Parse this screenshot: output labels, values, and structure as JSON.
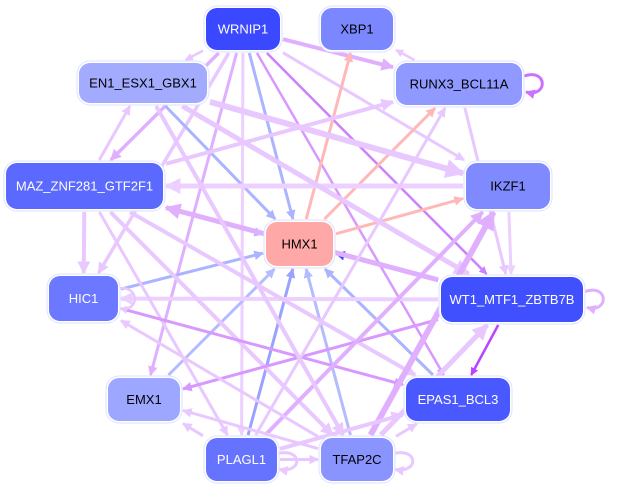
{
  "nodes": [
    {
      "id": "WRNIP1",
      "label": "WRNIP1",
      "fill": "#3a48ff",
      "text": "#ffffff"
    },
    {
      "id": "XBP1",
      "label": "XBP1",
      "fill": "#7b87ff",
      "text": "#000000"
    },
    {
      "id": "EN1_ESX1_GBX1",
      "label": "EN1_ESX1_GBX1",
      "fill": "#a3abff",
      "text": "#000000"
    },
    {
      "id": "RUNX3_BCL11A",
      "label": "RUNX3_BCL11A",
      "fill": "#8f99ff",
      "text": "#000000"
    },
    {
      "id": "MAZ_ZNF281_GTF2F1",
      "label": "MAZ_ZNF281_GTF2F1",
      "fill": "#5b69ff",
      "text": "#ffffff"
    },
    {
      "id": "IKZF1",
      "label": "IKZF1",
      "fill": "#7f8aff",
      "text": "#000000"
    },
    {
      "id": "HMX1",
      "label": "HMX1",
      "fill": "#ffa8a8",
      "text": "#000000"
    },
    {
      "id": "HIC1",
      "label": "HIC1",
      "fill": "#6b78ff",
      "text": "#ffffff"
    },
    {
      "id": "WT1_MTF1_ZBTB7B",
      "label": "WT1_MTF1_ZBTB7B",
      "fill": "#4050ff",
      "text": "#ffffff"
    },
    {
      "id": "EMX1",
      "label": "EMX1",
      "fill": "#9ea7ff",
      "text": "#000000"
    },
    {
      "id": "EPAS1_BCL3",
      "label": "EPAS1_BCL3",
      "fill": "#4a59ff",
      "text": "#ffffff"
    },
    {
      "id": "PLAGL1",
      "label": "PLAGL1",
      "fill": "#6673ff",
      "text": "#ffffff"
    },
    {
      "id": "TFAP2C",
      "label": "TFAP2C",
      "fill": "#8a94ff",
      "text": "#000000"
    }
  ],
  "edges": [
    {
      "from": "WRNIP1",
      "to": "EN1_ESX1_GBX1",
      "color": "#e8c8ff",
      "width": 2.5
    },
    {
      "from": "WRNIP1",
      "to": "RUNX3_BCL11A",
      "color": "#e0b0ff",
      "width": 4
    },
    {
      "from": "WRNIP1",
      "to": "IKZF1",
      "color": "#e8c8ff",
      "width": 3
    },
    {
      "from": "WRNIP1",
      "to": "MAZ_ZNF281_GTF2F1",
      "color": "#e0b0ff",
      "width": 3.5
    },
    {
      "from": "WRNIP1",
      "to": "EMX1",
      "color": "#e0b0ff",
      "width": 3
    },
    {
      "from": "WRNIP1",
      "to": "HIC1",
      "color": "#e8c8ff",
      "width": 3.5
    },
    {
      "from": "WRNIP1",
      "to": "PLAGL1",
      "color": "#ecd0ff",
      "width": 3
    },
    {
      "from": "WRNIP1",
      "to": "WT1_MTF1_ZBTB7B",
      "color": "#cc80ff",
      "width": 2.5
    },
    {
      "from": "WRNIP1",
      "to": "EPAS1_BCL3",
      "color": "#d898ff",
      "width": 2.5
    },
    {
      "from": "WRNIP1",
      "to": "HMX1",
      "color": "#aab4ff",
      "width": 3
    },
    {
      "from": "EN1_ESX1_GBX1",
      "to": "HMX1",
      "color": "#aab4ff",
      "width": 3
    },
    {
      "from": "MAZ_ZNF281_GTF2F1",
      "to": "HMX1",
      "color": "#b4bcff",
      "width": 3
    },
    {
      "from": "HIC1",
      "to": "HMX1",
      "color": "#aab4ff",
      "width": 3
    },
    {
      "from": "EMX1",
      "to": "HMX1",
      "color": "#b4bcff",
      "width": 3
    },
    {
      "from": "PLAGL1",
      "to": "HMX1",
      "color": "#99a3ff",
      "width": 3
    },
    {
      "from": "TFAP2C",
      "to": "HMX1",
      "color": "#b4bcff",
      "width": 3
    },
    {
      "from": "EPAS1_BCL3",
      "to": "HMX1",
      "color": "#aab4ff",
      "width": 3
    },
    {
      "from": "WT1_MTF1_ZBTB7B",
      "to": "HMX1",
      "color": "#3344ff",
      "width": 3
    },
    {
      "from": "HMX1",
      "to": "XBP1",
      "color": "#ffb8b8",
      "width": 3
    },
    {
      "from": "HMX1",
      "to": "RUNX3_BCL11A",
      "color": "#ffb8b8",
      "width": 3
    },
    {
      "from": "HMX1",
      "to": "IKZF1",
      "color": "#ffb8b8",
      "width": 3
    },
    {
      "from": "RUNX3_BCL11A",
      "to": "XBP1",
      "color": "#e8c8ff",
      "width": 2.5
    },
    {
      "from": "MAZ_ZNF281_GTF2F1",
      "to": "EN1_ESX1_GBX1",
      "color": "#e8c8ff",
      "width": 3
    },
    {
      "from": "MAZ_ZNF281_GTF2F1",
      "to": "RUNX3_BCL11A",
      "color": "#e8c8ff",
      "width": 4
    },
    {
      "from": "IKZF1",
      "to": "MAZ_ZNF281_GTF2F1",
      "color": "#ecd0ff",
      "width": 5
    },
    {
      "from": "MAZ_ZNF281_GTF2F1",
      "to": "HIC1",
      "color": "#e8c8ff",
      "width": 4
    },
    {
      "from": "EN1_ESX1_GBX1",
      "to": "IKZF1",
      "color": "#e8c8ff",
      "width": 6
    },
    {
      "from": "EN1_ESX1_GBX1",
      "to": "WT1_MTF1_ZBTB7B",
      "color": "#e8c8ff",
      "width": 5
    },
    {
      "from": "WT1_MTF1_ZBTB7B",
      "to": "MAZ_ZNF281_GTF2F1",
      "color": "#e0b0ff",
      "width": 5
    },
    {
      "from": "IKZF1",
      "to": "WT1_MTF1_ZBTB7B",
      "color": "#ecd0ff",
      "width": 3
    },
    {
      "from": "RUNX3_BCL11A",
      "to": "WT1_MTF1_ZBTB7B",
      "color": "#e8c8ff",
      "width": 3
    },
    {
      "from": "WT1_MTF1_ZBTB7B",
      "to": "HIC1",
      "color": "#ecd0ff",
      "width": 4
    },
    {
      "from": "MAZ_ZNF281_GTF2F1",
      "to": "EPAS1_BCL3",
      "color": "#e8c8ff",
      "width": 4
    },
    {
      "from": "MAZ_ZNF281_GTF2F1",
      "to": "TFAP2C",
      "color": "#e8c8ff",
      "width": 4
    },
    {
      "from": "MAZ_ZNF281_GTF2F1",
      "to": "PLAGL1",
      "color": "#e8c8ff",
      "width": 3
    },
    {
      "from": "HIC1",
      "to": "EPAS1_BCL3",
      "color": "#d898ff",
      "width": 3
    },
    {
      "from": "WT1_MTF1_ZBTB7B",
      "to": "EMX1",
      "color": "#d898ff",
      "width": 3
    },
    {
      "from": "WT1_MTF1_ZBTB7B",
      "to": "EPAS1_BCL3",
      "color": "#bb44ff",
      "width": 2.5
    },
    {
      "from": "PLAGL1",
      "to": "RUNX3_BCL11A",
      "color": "#e8c8ff",
      "width": 3
    },
    {
      "from": "PLAGL1",
      "to": "IKZF1",
      "color": "#e0b0ff",
      "width": 4
    },
    {
      "from": "TFAP2C",
      "to": "IKZF1",
      "color": "#e0b0ff",
      "width": 6
    },
    {
      "from": "TFAP2C",
      "to": "WT1_MTF1_ZBTB7B",
      "color": "#e8c8ff",
      "width": 5
    },
    {
      "from": "PLAGL1",
      "to": "EPAS1_BCL3",
      "color": "#e8c8ff",
      "width": 4
    },
    {
      "from": "PLAGL1",
      "to": "EMX1",
      "color": "#e8c8ff",
      "width": 3
    },
    {
      "from": "TFAP2C",
      "to": "EMX1",
      "color": "#e8c8ff",
      "width": 3
    },
    {
      "from": "TFAP2C",
      "to": "EPAS1_BCL3",
      "color": "#e8c8ff",
      "width": 3
    },
    {
      "from": "PLAGL1",
      "to": "TFAP2C",
      "color": "#e8c8ff",
      "width": 3
    },
    {
      "from": "TFAP2C",
      "to": "HIC1",
      "color": "#e8c8ff",
      "width": 3
    },
    {
      "from": "EN1_ESX1_GBX1",
      "to": "TFAP2C",
      "color": "#e8c8ff",
      "width": 4
    },
    {
      "from": "RUNX3_BCL11A",
      "to": "RUNX3_BCL11A",
      "color": "#cc70ff",
      "width": 3
    },
    {
      "from": "WT1_MTF1_ZBTB7B",
      "to": "WT1_MTF1_ZBTB7B",
      "color": "#e0b0ff",
      "width": 3
    },
    {
      "from": "PLAGL1",
      "to": "PLAGL1",
      "color": "#e8c8ff",
      "width": 3
    },
    {
      "from": "TFAP2C",
      "to": "TFAP2C",
      "color": "#e8c8ff",
      "width": 3
    },
    {
      "from": "HIC1",
      "to": "HIC1",
      "color": "#e8c8ff",
      "width": 2.5
    }
  ]
}
